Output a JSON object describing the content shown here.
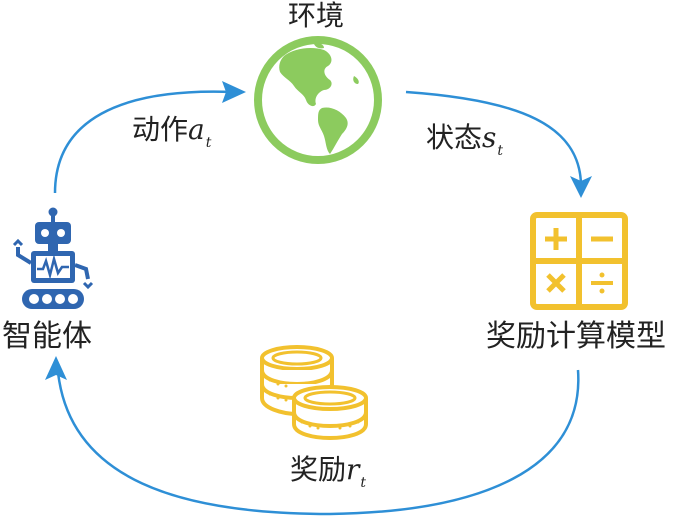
{
  "nodes": {
    "environment": {
      "label": "环境",
      "icon": "globe-icon"
    },
    "agent": {
      "label": "智能体",
      "icon": "robot-icon"
    },
    "reward_model": {
      "label": "奖励计算模型",
      "icon": "calculator-icon"
    },
    "reward_coins": {
      "icon": "coins-icon"
    }
  },
  "edges": {
    "action": {
      "label": "动作",
      "var": "a",
      "sub": "t"
    },
    "state": {
      "label": "状态",
      "var": "s",
      "sub": "t"
    },
    "reward": {
      "label": "奖励",
      "var": "r",
      "sub": "t"
    }
  },
  "colors": {
    "arrow": "#2e8fd6",
    "globe": "#8ccb5e",
    "robot": "#2f66b0",
    "calculator": "#f2c12e",
    "coins": "#f2c12e"
  }
}
